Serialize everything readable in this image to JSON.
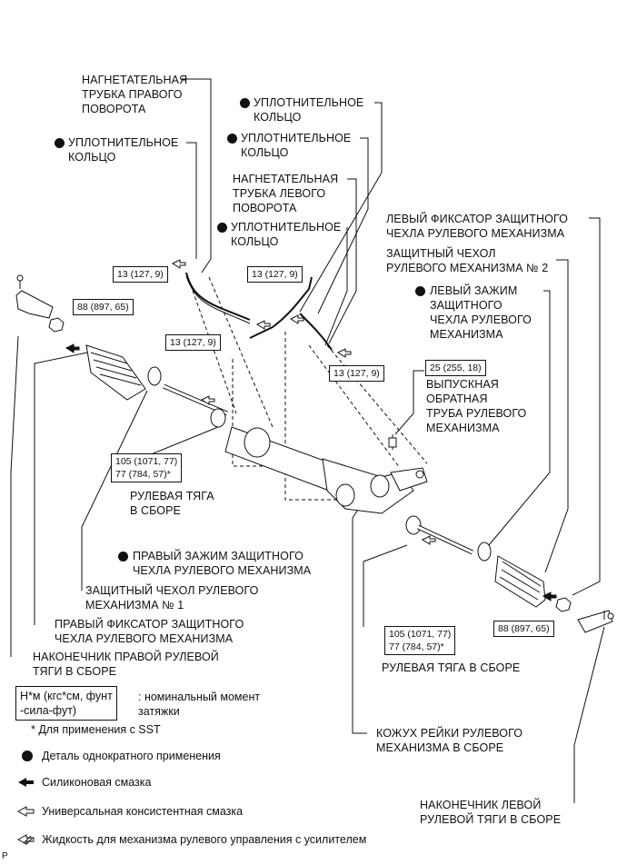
{
  "labels": {
    "pressure_tube_right": "НАГНЕТАТЕЛЬНАЯ\nТРУБКА ПРАВОГО\nПОВОРОТА",
    "o_ring_left": "УПЛОТНИТЕЛЬНОЕ\nКОЛЬЦО",
    "o_ring_top": "УПЛОТНИТЕЛЬНОЕ\nКОЛЬЦО",
    "o_ring_mid": "УПЛОТНИТЕЛЬНОЕ\nКОЛЬЦО",
    "pressure_tube_left": "НАГНЕТАТЕЛЬНАЯ\nТРУБКА ЛЕВОГО\nПОВОРОТА",
    "o_ring_lower": "УПЛОТНИТЕЛЬНОЕ\nКОЛЬЦО",
    "left_boot_retainer": "ЛЕВЫЙ ФИКСАТОР ЗАЩИТНОГО\nЧЕХЛА РУЛЕВОГО МЕХАНИЗМА",
    "boot_no2": "ЗАЩИТНЫЙ ЧЕХОЛ\nРУЛЕВОГО МЕХАНИЗМА № 2",
    "left_boot_clamp": "ЛЕВЫЙ ЗАЖИМ\nЗАЩИТНОГО\nЧЕХЛА РУЛЕВОГО\nМЕХАНИЗМА",
    "return_tube": "ВЫПУСКНАЯ\nОБРАТНАЯ\nТРУБА РУЛЕВОГО\nМЕХАНИЗМА",
    "tie_rod_right_assy": "РУЛЕВАЯ ТЯГА\nВ СБОРЕ",
    "right_boot_clamp": "ПРАВЫЙ ЗАЖИМ ЗАЩИТНОГО\nЧЕХЛА РУЛЕВОГО МЕХАНИЗМА",
    "boot_no1": "ЗАЩИТНЫЙ ЧЕХОЛ РУЛЕВОГО\nМЕХАНИЗМА № 1",
    "right_boot_retainer": "ПРАВЫЙ ФИКСАТОР ЗАЩИТНОГО\nЧЕХЛА РУЛЕВОГО МЕХАНИЗМА",
    "tie_rod_end_right": "НАКОНЕЧНИК ПРАВОЙ РУЛЕВОЙ\nТЯГИ В СБОРЕ",
    "tie_rod_left_assy": "РУЛЕВАЯ ТЯГА В СБОРЕ",
    "rack_housing": "КОЖУХ РЕЙКИ РУЛЕВОГО\nМЕХАНИЗМА В СБОРЕ",
    "tie_rod_end_left": "НАКОНЕЧНИК ЛЕВОЙ\nРУЛЕВОЙ ТЯГИ В СБОРЕ"
  },
  "torques": {
    "t1": "13 (127, 9)",
    "t2": "13 (127, 9)",
    "t3": "13 (127, 9)",
    "t4": "13 (127, 9)",
    "t5": "88 (897, 65)",
    "t6": "25 (255, 18)",
    "t7": "105 (1071, 77)\n77 (784, 57)*",
    "t8": "105 (1071, 77)\n77 (784, 57)*",
    "t9": "88 (897, 65)"
  },
  "legend": {
    "torque_unit_box": "Н*м (кгс*см, фунт\n-сила-фут)",
    "torque_unit_desc": ": номинальный момент\nзатяжки",
    "sst_note": "* Для применения с SST",
    "non_reusable": "Деталь однократного применения",
    "silicone_grease": "Силиконовая смазка",
    "multipurpose_grease": "Универсальная консистентная смазка",
    "ps_fluid": "Жидкость для механизма рулевого управления с усилителем"
  },
  "corner_mark": "P"
}
